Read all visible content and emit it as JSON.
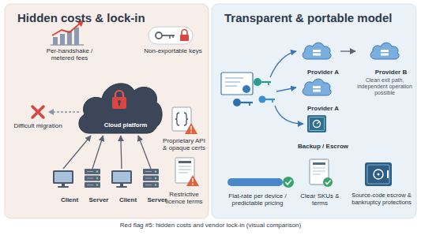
{
  "diagram": {
    "caption": "Red flag #5: hidden costs and vendor lock-in (visual comparison)",
    "nodes": [
      {
        "text": [
          "Hidden costs & lock-in"
        ]
      },
      {
        "text": [
          "Cloud platform"
        ],
        "in": 0
      },
      {
        "text": [
          "Client"
        ],
        "in": 0
      },
      {
        "text": [
          "Server"
        ],
        "in": 0
      },
      {
        "text": [
          "Client"
        ],
        "in": 0
      },
      {
        "text": [
          "Server"
        ],
        "in": 0
      },
      {
        "text": [
          "Transparent & portable model"
        ]
      },
      {
        "text": [
          "Provider A"
        ],
        "in": 6
      },
      {
        "text": [
          "Provider B",
          "Clean exit path, independent operation possible"
        ],
        "in": 6
      },
      {
        "text": [
          "Provider A"
        ],
        "in": 6
      },
      {
        "text": [
          "Backup / Escrow"
        ],
        "in": 6
      }
    ],
    "edges": [
      {
        "from": 2,
        "to": 1,
        "arrow": "to"
      },
      {
        "from": 3,
        "to": 1,
        "arrow": "to"
      },
      {
        "from": 4,
        "to": 1,
        "arrow": "to"
      },
      {
        "from": 5,
        "to": 1,
        "arrow": "to"
      },
      {
        "from": 7,
        "to": 8,
        "arrow": "to"
      }
    ],
    "labels": [
      "Per-handshake / metered fees",
      "Non-exportable keys",
      "Difficult migration",
      "Proprietary API & opaque certs",
      "Restrictive licence terms",
      "Flat-rate per device / predictable pricing",
      "Clear SKUs & terms",
      "Source-code escrow & bankruptcy protections"
    ]
  }
}
